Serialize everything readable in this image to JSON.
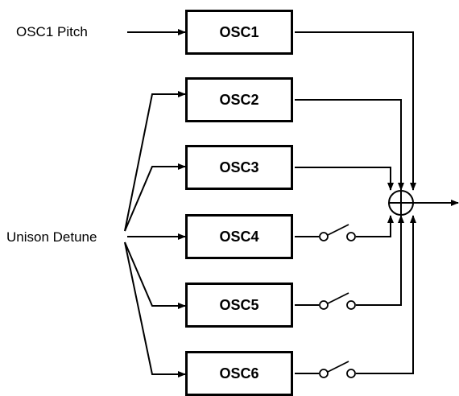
{
  "inputs": {
    "osc1_pitch": "OSC1 Pitch",
    "unison_detune": "Unison Detune"
  },
  "oscillators": [
    {
      "label": "OSC1",
      "switched": false
    },
    {
      "label": "OSC2",
      "switched": false
    },
    {
      "label": "OSC3",
      "switched": false
    },
    {
      "label": "OSC4",
      "switched": true
    },
    {
      "label": "OSC5",
      "switched": true
    },
    {
      "label": "OSC6",
      "switched": true
    }
  ],
  "summing_junction": {
    "symbol": "plus-in-circle"
  },
  "colors": {
    "line": "#000000",
    "background": "#ffffff"
  }
}
